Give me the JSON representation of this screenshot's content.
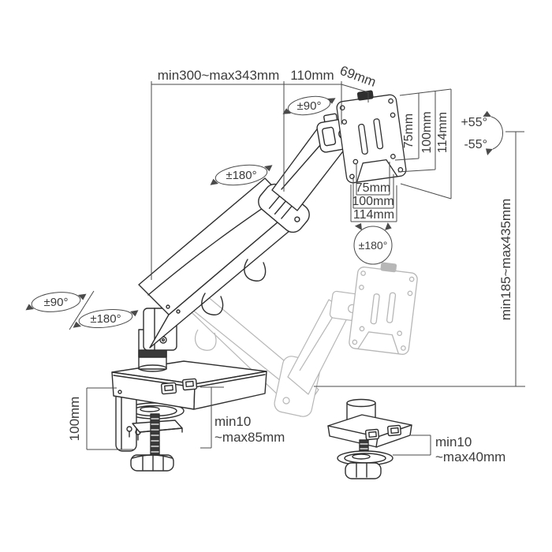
{
  "diagram": {
    "subject": "gas-spring monitor desk mount arm technical drawing with clamp and grommet mounting details",
    "colors": {
      "line": "#2f2f2f",
      "ghost": "#b7b7b7",
      "dimension": "#4a4a4a",
      "text": "#3b3b3b",
      "background": "#ffffff"
    },
    "labels": {
      "top_width": "min300~max343mm",
      "top_offset": "110mm",
      "head_depth": "69mm",
      "head_swivel": "±90°",
      "upper_arm_rotation": "±180°",
      "base_swivel_90": "±90°",
      "base_swivel_180": "±180°",
      "tilt_up": "+55°",
      "tilt_down": "-55°",
      "vesa_rotation": "±180°",
      "vesa_vertical_75": "75mm",
      "vesa_vertical_100": "100mm",
      "vesa_vertical_114": "114mm",
      "vesa_horizontal_75": "75mm",
      "vesa_horizontal_100": "100mm",
      "vesa_horizontal_114": "114mm",
      "height_range": "min185~max435mm",
      "clamp_column_height": "100mm",
      "clamp_thickness_min": "min10",
      "clamp_thickness_max": "~max85mm",
      "grommet_thickness_min": "min10",
      "grommet_thickness_max": "~max40mm"
    }
  }
}
